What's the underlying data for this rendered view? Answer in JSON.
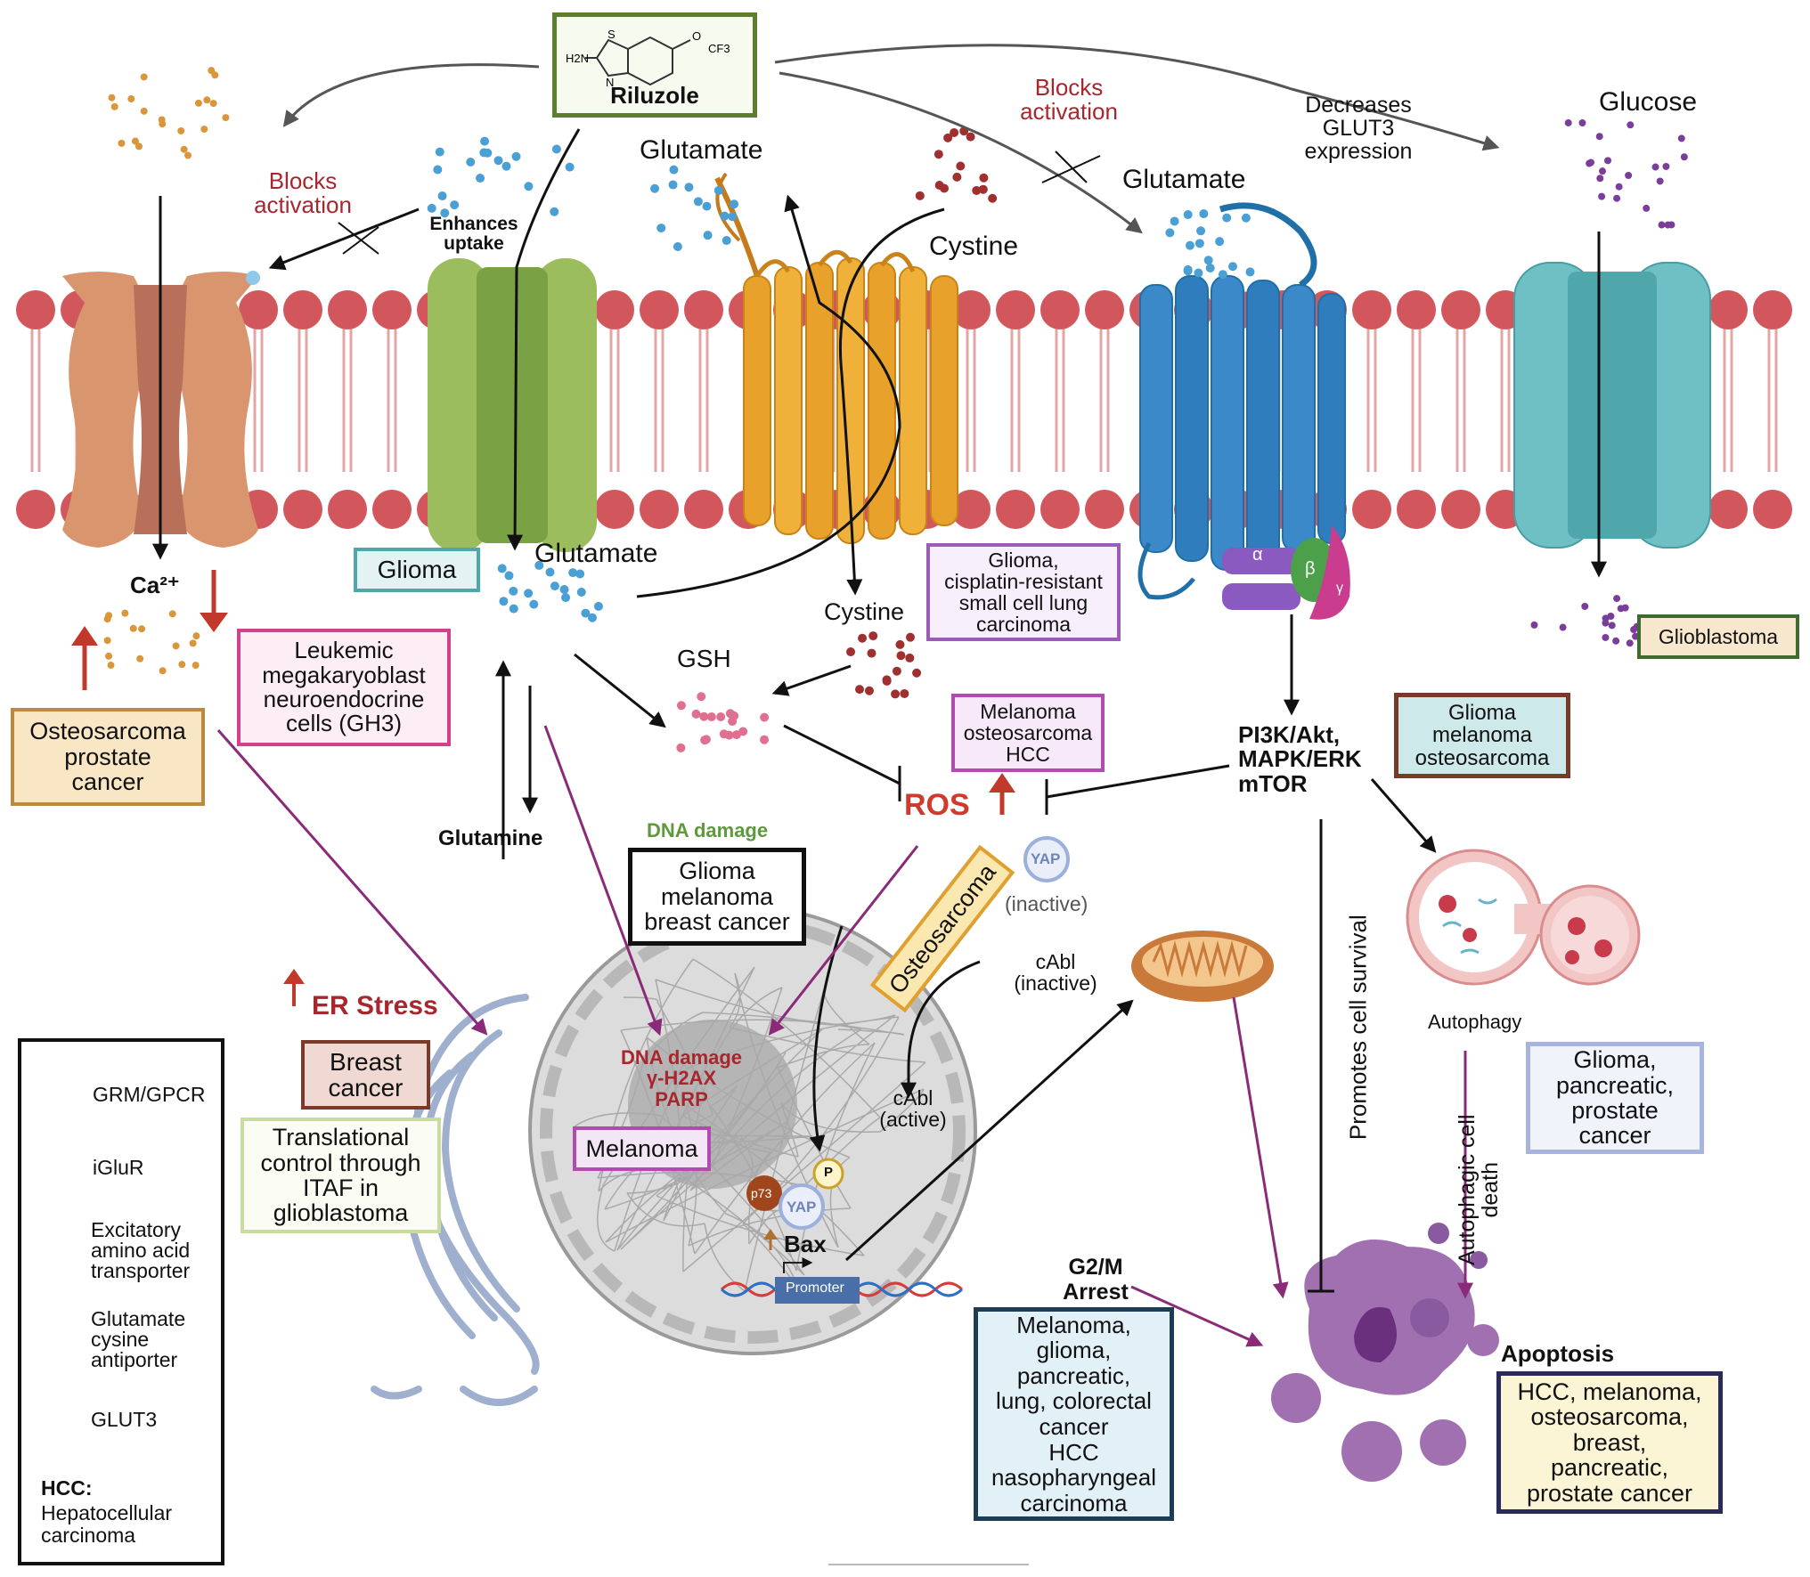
{
  "drug": {
    "name": "Riluzole",
    "chem_labels": [
      "H2N",
      "S",
      "N",
      "O",
      "CF3"
    ]
  },
  "molecules": {
    "glutamate": "Glutamate",
    "cystine": "Cystine",
    "glucose": "Glucose",
    "glutamine": "Glutamine",
    "gsh": "GSH",
    "calcium": "Ca²⁺",
    "ros": "ROS"
  },
  "annotations": {
    "blocks_activation": "Blocks activation",
    "enhances_uptake": "Enhances uptake",
    "decreases_glut3": "Decreases GLUT3 expression",
    "pathways": [
      "PI3K/Akt,",
      "MAPK/ERK",
      "mTOR"
    ],
    "promotes_survival": "Promotes cell survival",
    "autophagic_death": "Autophagic cell death",
    "autophagy": "Autophagy",
    "apoptosis": "Apoptosis",
    "g2m": "G2/M Arrest",
    "er_stress": "ER Stress",
    "dna_damage_green": "DNA damage",
    "dna_damage_nucleus": [
      "DNA damage",
      "γ-H2AX",
      "PARP"
    ],
    "yap": "YAP",
    "yap_inactive": "(inactive)",
    "cabl_inactive": [
      "cAbl",
      "(inactive)"
    ],
    "cabl_active": [
      "cAbl",
      "(active)"
    ],
    "p73": "p73",
    "p": "P",
    "bax": "Bax",
    "promoter": "Promoter",
    "subunits": [
      "α",
      "β",
      "γ"
    ]
  },
  "cancer_boxes": {
    "glioma_left": [
      "Glioma"
    ],
    "leukemic": [
      "Leukemic",
      "megakaryoblast",
      "neuroendocrine",
      "cells (GH3)"
    ],
    "osteo_prostate": [
      "Osteosarcoma",
      "prostate",
      "cancer"
    ],
    "glioma_sclc": [
      "Glioma,",
      "cisplatin-resistant",
      "small cell lung",
      "carcinoma"
    ],
    "melanoma_osteo_hcc": [
      "Melanoma",
      "osteosarcoma",
      "HCC"
    ],
    "glioma_mel_osteo": [
      "Glioma",
      "melanoma",
      "osteosarcoma"
    ],
    "glioblastoma": [
      "Glioblastoma"
    ],
    "glioma_mel_breast": [
      "Glioma",
      "melanoma",
      "breast cancer"
    ],
    "osteosarcoma_tilted": [
      "Osteosarcoma"
    ],
    "breast": [
      "Breast",
      "cancer"
    ],
    "translational": [
      "Translational",
      "control through",
      "ITAF in",
      "glioblastoma"
    ],
    "melanoma_nucleus": [
      "Melanoma"
    ],
    "g2m_list": [
      "Melanoma,",
      "glioma,",
      "pancreatic,",
      "lung, colorectal",
      "cancer",
      "HCC",
      "nasopharyngeal",
      "carcinoma"
    ],
    "glioma_pan_prostate": [
      "Glioma,",
      "pancreatic,",
      "prostate",
      "cancer"
    ],
    "apoptosis_list": [
      "HCC, melanoma,",
      "osteosarcoma,",
      "breast,",
      "pancreatic,",
      "prostate cancer"
    ]
  },
  "legend": {
    "items": [
      "GRM/GPCR",
      "iGluR",
      "Excitatory amino acid transporter",
      "Glutamate cysine antiporter",
      "GLUT3"
    ],
    "hcc_label": "HCC:",
    "hcc_text": "Hepatocellular carcinoma"
  }
}
